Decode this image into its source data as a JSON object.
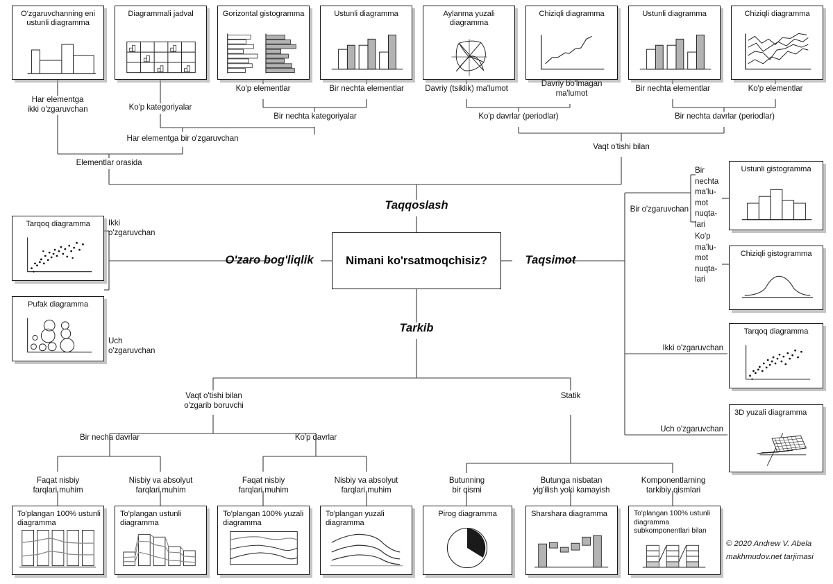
{
  "diagram": {
    "title": "Chart Chooser (Uzbek)",
    "hub_label": "Nimani ko'rsatmoqchisiz?",
    "spokes": {
      "comparison": "Taqqoslash",
      "relationship": "O'zaro bog'liqlik",
      "distribution": "Taqsimot",
      "composition": "Tarkib"
    },
    "credit": "© 2020 Andrew V. Abela\nmakhmudov.net tarjimasi",
    "colors": {
      "ink": "#1a1a1a",
      "wire": "#3a3a3a",
      "fill_grey": "#b3b3b3",
      "fill_white": "#ffffff",
      "shadow": "#969696",
      "page": "#ffffff"
    }
  },
  "top_cards": [
    {
      "caption": "O'zgaruvchanning eni\nustunli diagramma",
      "art": "variable-width-bar"
    },
    {
      "caption": "Diagrammali jadval",
      "art": "table-with-charts"
    },
    {
      "caption": "Gorizontal gistogramma",
      "art": "horizontal-bars-pair"
    },
    {
      "caption": "Ustunli diagramma",
      "art": "column-paired"
    },
    {
      "caption": "Aylanma yuzali\ndiagramma",
      "art": "circular-area"
    },
    {
      "caption": "Chiziqli diagramma",
      "art": "line-rising"
    },
    {
      "caption": "Ustunli diagramma",
      "art": "column-paired"
    },
    {
      "caption": "Chiziqli diagramma",
      "art": "multi-line"
    }
  ],
  "top_labels": {
    "l1": "Har elementga\nikki o'zgaruvchan",
    "l2": "Ko'p kategoriyalar",
    "l3": "Ko'p elementlar",
    "l4": "Bir nechta elementlar",
    "l5": "Davriy (tsiklik) ma'lumot",
    "l6": "Davriy bo'lmagan\nma'lumot",
    "l7": "Bir nechta elementlar",
    "l8": "Ko'p elementlar",
    "j_several_categories": "Bir nechta kategoriyalar",
    "j_one_var_per_item": "Har elementga bir o'zgaruvchan",
    "j_between_items": "Elementlar orasida",
    "j_many_periods": "Ko'p davrlar (periodlar)",
    "j_few_periods": "Bir nechta davrlar (periodlar)",
    "j_over_time": "Vaqt o'tishi bilan"
  },
  "relationship": {
    "cards": [
      {
        "caption": "Tarqoq diagramma",
        "art": "scatter"
      },
      {
        "caption": "Pufak diagramma",
        "art": "bubble"
      }
    ],
    "labels": {
      "two_var": "Ikki\no'zgaruvchan",
      "three_var": "Uch\no'zgaruvchan"
    }
  },
  "distribution": {
    "branch_label": "Bir o'zgaruvchan",
    "labels": {
      "few_points": "Bir\nnechta\nma'lu-\nmot\nnuqta-\nlari",
      "many_points": "Ko'p\nma'lu-\nmot\nnuqta-\nlari",
      "two_var": "Ikki o'zgaruvchan",
      "three_var": "Uch o'zgaruvchan"
    },
    "cards": [
      {
        "caption": "Ustunli gistogramma",
        "art": "histogram-columns"
      },
      {
        "caption": "Chiziqli gistogramma",
        "art": "histogram-line"
      },
      {
        "caption": "Tarqoq diagramma",
        "art": "scatter"
      },
      {
        "caption": "3D yuzali diagramma",
        "art": "surface-3d"
      }
    ]
  },
  "composition": {
    "labels": {
      "changing_over_time": "Vaqt o'tishi bilan\no'zgarib boruvchi",
      "static": "Statik",
      "few_periods": "Bir necha davrlar",
      "many_periods": "Ko'p davrlar",
      "rel_only_a": "Faqat nisbiy\nfarqlari muhim",
      "rel_abs_a": "Nisbiy va absolyut\nfarqlari muhim",
      "rel_only_b": "Faqat nisbiy\nfarqlari muhim",
      "rel_abs_b": "Nisbiy va absolyut\nfarqlari muhim",
      "share_of_total": "Butunning\nbir qismi",
      "accumulation": "Butunga nisbatan\nyig'ilish yoki kamayish",
      "components_of_components": "Komponentlarning\ntarkibiy qismlari"
    },
    "cards": [
      {
        "caption": "To'plangan 100%\nustunli diagramma",
        "art": "stacked-100-column"
      },
      {
        "caption": "To'plangan\nustunli diagramma",
        "art": "stacked-column"
      },
      {
        "caption": "To'plangan 100%\nyuzali diagramma",
        "art": "stacked-100-area"
      },
      {
        "caption": "To'plangan\nyuzali diagramma",
        "art": "stacked-area"
      },
      {
        "caption": "Pirog diagramma",
        "art": "pie"
      },
      {
        "caption": "Sharshara\ndiagramma",
        "art": "waterfall"
      },
      {
        "caption": "To'plangan 100%\nustunli diagramma\nsubkomponentlari bilan",
        "art": "stacked-100-subcomponents"
      }
    ]
  }
}
